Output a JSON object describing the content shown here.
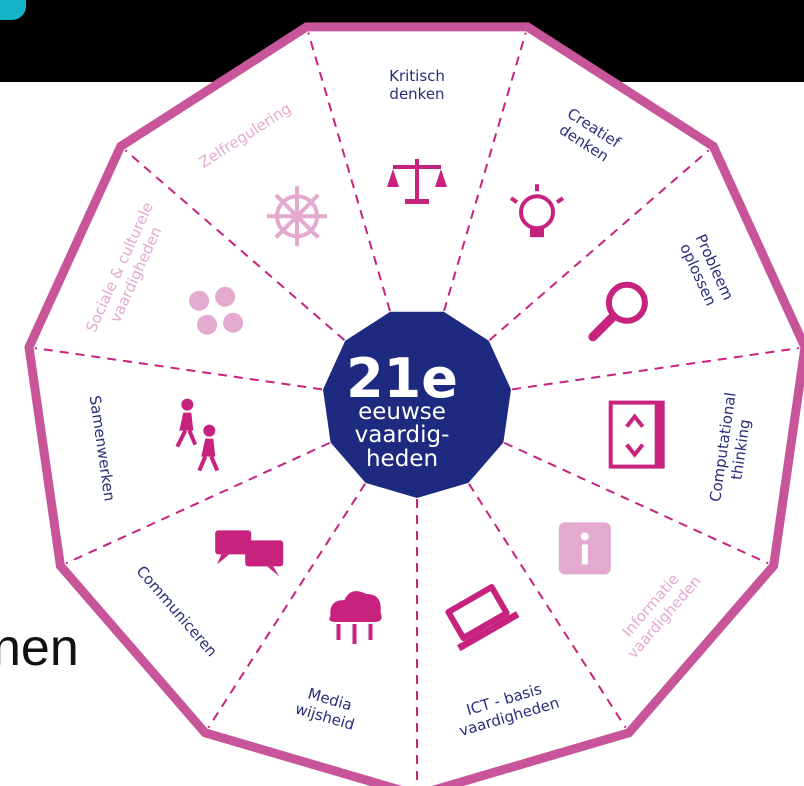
{
  "page": {
    "partial_text": "nen"
  },
  "center": {
    "title": "21e",
    "lines": [
      "eeuwse",
      "vaardig-",
      "heden"
    ]
  },
  "colors": {
    "magenta": "#c8227f",
    "faded": "#e4a9cf",
    "navy": "#1e2a80",
    "border": "#c8559a",
    "label": "#2a2e7a",
    "teal": "#17b3c9"
  },
  "segments": [
    {
      "lines": [
        "Kritisch",
        "denken"
      ],
      "icon": "scales-icon",
      "faded": false
    },
    {
      "lines": [
        "Creatief",
        "denken"
      ],
      "icon": "lightbulb-icon",
      "faded": false
    },
    {
      "lines": [
        "Probleem",
        "oplossen"
      ],
      "icon": "magnifier-icon",
      "faded": false
    },
    {
      "lines": [
        "Computational",
        "thinking"
      ],
      "icon": "code-window-icon",
      "faded": false
    },
    {
      "lines": [
        "Informatie",
        "vaardigheden"
      ],
      "icon": "info-icon",
      "faded": true
    },
    {
      "lines": [
        "ICT - basis",
        "vaardigheden"
      ],
      "icon": "laptop-icon",
      "faded": false
    },
    {
      "lines": [
        "Media",
        "wijsheid"
      ],
      "icon": "cloud-network-icon",
      "faded": false
    },
    {
      "lines": [
        "Communiceren"
      ],
      "icon": "speech-bubbles-icon",
      "faded": false
    },
    {
      "lines": [
        "Samenwerken"
      ],
      "icon": "people-walking-icon",
      "faded": false
    },
    {
      "lines": [
        "Sociale & culturele",
        "vaardigheden"
      ],
      "icon": "social-group-icon",
      "faded": true
    },
    {
      "lines": [
        "Zelfregulering"
      ],
      "icon": "ship-wheel-icon",
      "faded": true
    }
  ]
}
